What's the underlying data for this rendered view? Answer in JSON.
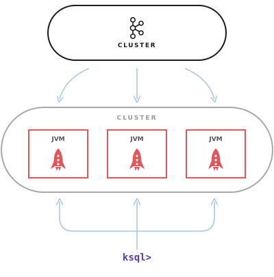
{
  "top_cluster": {
    "label": "CLUSTER"
  },
  "inner_cluster": {
    "label": "CLUSTER"
  },
  "jvms": [
    {
      "label": "JVM"
    },
    {
      "label": "JVM"
    },
    {
      "label": "JVM"
    }
  ],
  "client": {
    "label": "ksql>"
  },
  "colors": {
    "outline_dark": "#1a1a1a",
    "outline_gray": "#a8a8a8",
    "jvm_red": "#e0565b",
    "arrow_blue": "#a9c8e6",
    "ksql_purple": "#5a3bb0"
  },
  "icons": {
    "top": "kafka-logo-icon",
    "jvm": "rocket-icon"
  }
}
